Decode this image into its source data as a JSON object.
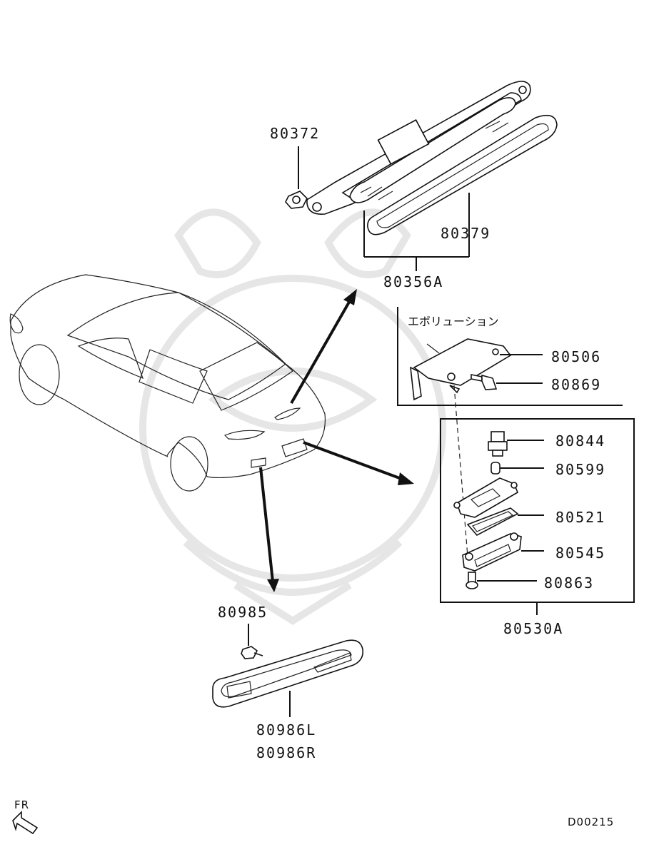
{
  "labels": {
    "p80372": "80372",
    "p80379": "80379",
    "p80356A": "80356A",
    "p80506": "80506",
    "p80869": "80869",
    "p80844": "80844",
    "p80599": "80599",
    "p80521": "80521",
    "p80545": "80545",
    "p80863": "80863",
    "p80530A": "80530A",
    "p80985": "80985",
    "p80986L": "80986L",
    "p80986R": "80986R"
  },
  "variant_note": "エボリューション",
  "direction": "FR",
  "diagram_code": "D00215"
}
